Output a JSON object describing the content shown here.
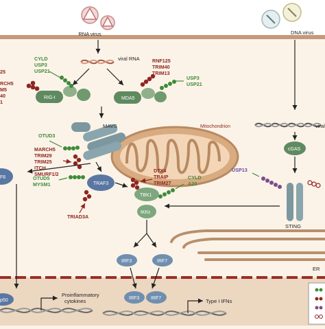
{
  "labels": {
    "rna_virus": "RNA virus",
    "dna_virus": "DNA virus",
    "viral_rna": "viral RNA",
    "viral_dna": "viral",
    "mitochondrion": "Mitochondrion",
    "mavs": "MAVS",
    "rig_i": "RIG-I",
    "mda5": "MDA5",
    "traf3": "TRAF3",
    "tbk1": "TBK1",
    "ikke": "IKKε",
    "irf3": "IRF3",
    "irf7": "IRF7",
    "irf3_nuc": "IRF3",
    "irf7_nuc": "IRF7",
    "cgas": "cGAS",
    "sting": "STING",
    "er": "ER",
    "traf6": "F6",
    "p50": "p50",
    "proinflammatory": "Proinflammatory",
    "cytokines": "cytokines",
    "type1_ifns": "Type I IFNs"
  },
  "regulators": {
    "rigi_green": [
      "CYLD",
      "USP3",
      "USP21"
    ],
    "left_edge_red": [
      "25",
      "RCH5",
      "M5",
      "40",
      "1"
    ],
    "mda5_red": [
      "RNF125",
      "TRIM40",
      "TRIM13"
    ],
    "mda5_green": [
      "USP3",
      "USP21"
    ],
    "otud3": "OTUD3",
    "mavs_red": [
      "MARCH5",
      "TRIM29",
      "TRIM25",
      "ITCH",
      "SMURF1/2"
    ],
    "traf3_green": [
      "OTUD5",
      "MYSM1"
    ],
    "triad3a": "TRIAD3A",
    "tbk1_red": [
      "DTX4",
      "TRAIP",
      "TRIM27"
    ],
    "tbk1_green": [
      "CYLD",
      "A20"
    ],
    "usp13": "USP13"
  },
  "colors": {
    "background": "#fbf3e8",
    "protein": "#5f8a60",
    "protein_light": "#8fb08a",
    "ubiquitin_red": "#8e2620",
    "ubiquitin_green": "#3f8a3a",
    "mavs": "#7d97a0",
    "mitochondrion": "#d9ab80",
    "membrane": "#b88f6c",
    "irf": "#6f8fae"
  }
}
